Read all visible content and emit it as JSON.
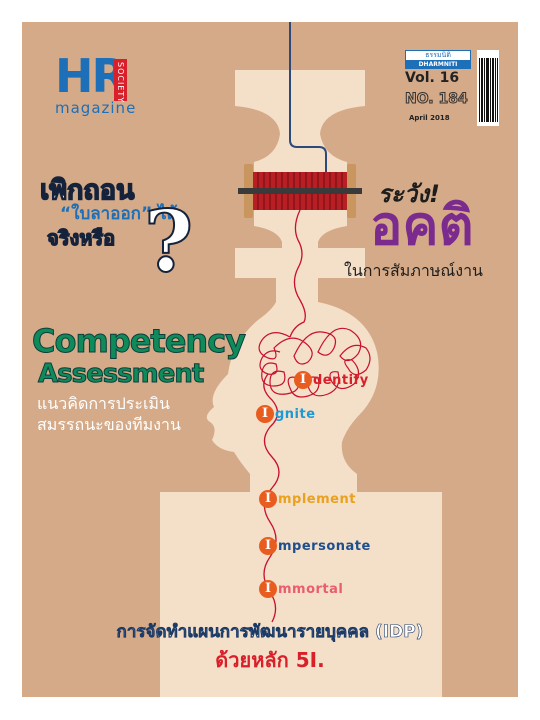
{
  "masthead": {
    "logo": "HR",
    "logo_badge": "SOCIETY",
    "magazine": "magazine"
  },
  "issue": {
    "publisher_thai": "ธรรมนิติ",
    "publisher_en": "DHARMNITI",
    "volume": "Vol. 16",
    "number": "NO. 184",
    "date": "April 2018"
  },
  "headlines": {
    "left_line1": "เพิกถอน",
    "left_line2": "“ใบลาออก” ได้",
    "left_line3": "จริงหรือ",
    "left_qmark": "?",
    "right_line1": "ระวัง!",
    "right_line2": "อคติ",
    "right_line3": "ในการสัมภาษณ์งาน"
  },
  "competency": {
    "title1": "Competency",
    "title2": "Assessment",
    "subtitle1": "แนวคิดการประเมิน",
    "subtitle2": "สมรรถนะของทีมงาน"
  },
  "steps": [
    {
      "letter": "I",
      "rest": "dentify",
      "color": "#d81f2a"
    },
    {
      "letter": "I",
      "rest": "gnite",
      "color": "#1d9ad6"
    },
    {
      "letter": "I",
      "rest": "mplement",
      "color": "#e8a21f"
    },
    {
      "letter": "I",
      "rest": "mpersonate",
      "color": "#1d4f8f"
    },
    {
      "letter": "I",
      "rest": "mmortal",
      "color": "#e85d6f"
    }
  ],
  "bottom": {
    "line1": "การจัดทำแผนการพัฒนารายบุคคล (IDP)",
    "line2": "ด้วยหลัก 5I."
  },
  "colors": {
    "background": "#d5aa88",
    "silhouette": "#f4dfc8",
    "accent_blue": "#1d6fb8",
    "accent_purple": "#7b2b8e",
    "accent_green": "#0f8a5b",
    "thread_red": "#c8102e"
  }
}
